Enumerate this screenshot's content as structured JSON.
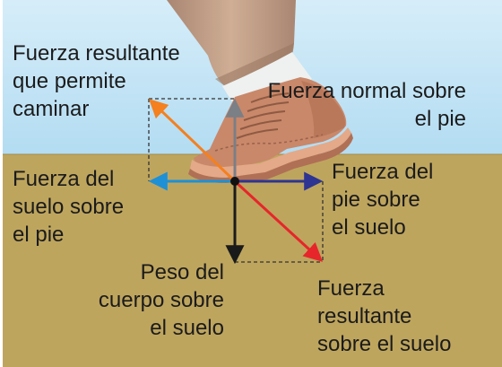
{
  "colors": {
    "sky_top": "#d6edf9",
    "sky_bottom": "#b3dcf2",
    "ground": "#bea55e",
    "leg": "#c7a48a",
    "shoe": "#c9886a",
    "sole": "#e3a989",
    "arrow_resultant_walk": "#f4801f",
    "arrow_normal": "#7b7f86",
    "arrow_ground_on_foot": "#1e90d6",
    "arrow_foot_on_ground": "#2e3491",
    "arrow_weight": "#1a1a1a",
    "arrow_resultant_ground": "#e6262a"
  },
  "labels": {
    "resultant_walk": "Fuerza resultante\nque permite\ncaminar",
    "normal": "Fuerza normal sobre\nel pie",
    "ground_on_foot": "Fuerza del\nsuelo sobre\nel pie",
    "foot_on_ground": "Fuerza del\npie sobre\nel suelo",
    "weight": "Peso del\ncuerpo sobre\nel suelo",
    "resultant_ground": "Fuerza\nresultante\nsobre el suelo"
  }
}
